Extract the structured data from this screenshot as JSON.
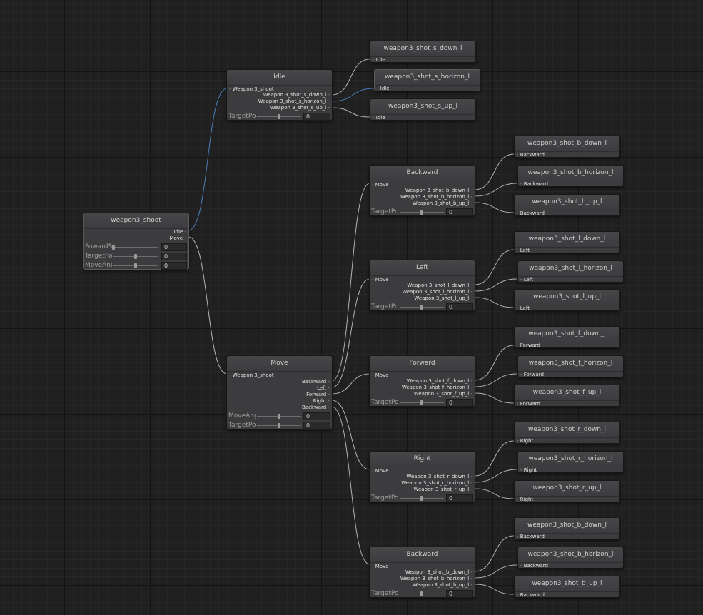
{
  "nodes": {
    "weapon3_shoot": {
      "title": "weapon3_shoot",
      "outputs": [
        "Idle",
        "Move"
      ],
      "params": [
        {
          "label": "FowardS",
          "value": "0",
          "level": 0.0
        },
        {
          "label": "TargetPo",
          "value": "0",
          "level": 0.5
        },
        {
          "label": "MoveAng",
          "value": "0",
          "level": 0.5
        }
      ]
    },
    "idle": {
      "title": "Idle",
      "input": "Weapon 3_shoot",
      "outputs": [
        "Weapon 3_shot_s_down_l",
        "Weapon 3_shot_s_horizon_l",
        "Weapon 3_shot_s_up_l"
      ],
      "params": [
        {
          "label": "TargetPo",
          "value": "0",
          "level": 0.5
        }
      ]
    },
    "move": {
      "title": "Move",
      "input": "Weapon 3_shoot",
      "outputs": [
        "Backward",
        "Left",
        "Forward",
        "Right",
        "Backward"
      ],
      "params": [
        {
          "label": "MoveAng",
          "value": "0",
          "level": 0.5
        },
        {
          "label": "TargetPo",
          "value": "0",
          "level": 0.5
        }
      ]
    },
    "backward_top": {
      "title": "Backward",
      "input": "Move",
      "outputs": [
        "Weapon 3_shot_b_down_l",
        "Weapon 3_shot_b_horizon_l",
        "Weapon 3_shot_b_up_l"
      ],
      "params": [
        {
          "label": "TargetPo",
          "value": "0",
          "level": 0.5
        }
      ]
    },
    "left": {
      "title": "Left",
      "input": "Move",
      "outputs": [
        "Weapon 3_shot_l_down_l",
        "Weapon 3_shot_l_horizon_l",
        "Weapon 3_shot_l_up_l"
      ],
      "params": [
        {
          "label": "TargetPo",
          "value": "0",
          "level": 0.5
        }
      ]
    },
    "forward": {
      "title": "Forward",
      "input": "Move",
      "outputs": [
        "Weapon 3_shot_f_down_l",
        "Weapon 3_shot_f_horizon_l",
        "Weapon 3_shot_f_up_l"
      ],
      "params": [
        {
          "label": "TargetPo",
          "value": "0",
          "level": 0.5
        }
      ]
    },
    "right": {
      "title": "Right",
      "input": "Move",
      "outputs": [
        "Weapon 3_shot_r_down_l",
        "Weapon 3_shot_r_horizon_l",
        "Weapon 3_shot_r_up_l"
      ],
      "params": [
        {
          "label": "TargetPo",
          "value": "0",
          "level": 0.5
        }
      ]
    },
    "backward_bottom": {
      "title": "Backward",
      "input": "Move",
      "outputs": [
        "Weapon 3_shot_b_down_l",
        "Weapon 3_shot_b_horizon_l",
        "Weapon 3_shot_b_up_l"
      ],
      "params": [
        {
          "label": "TargetPo",
          "value": "0",
          "level": 0.5
        }
      ]
    },
    "s_down": {
      "title": "weapon3_shot_s_down_l",
      "input": "Idle"
    },
    "s_horizon": {
      "title": "weapon3_shot_s_horizon_l",
      "input": "Idle"
    },
    "s_up": {
      "title": "weapon3_shot_s_up_l",
      "input": "Idle"
    },
    "b_down": {
      "title": "weapon3_shot_b_down_l",
      "input": "Backward"
    },
    "b_horizon": {
      "title": "weapon3_shot_b_horizon_l",
      "input": "Backward"
    },
    "b_up": {
      "title": "weapon3_shot_b_up_l",
      "input": "Backward"
    },
    "l_down": {
      "title": "weapon3_shot_l_down_l",
      "input": "Left"
    },
    "l_horizon": {
      "title": "weapon3_shot_l_horizon_l",
      "input": "Left"
    },
    "l_up": {
      "title": "weapon3_shot_l_up_l",
      "input": "Left"
    },
    "f_down": {
      "title": "weapon3_shot_f_down_l",
      "input": "Forward"
    },
    "f_horizon": {
      "title": "weapon3_shot_f_horizon_l",
      "input": "Forward"
    },
    "f_up": {
      "title": "weapon3_shot_f_up_l",
      "input": "Forward"
    },
    "r_down": {
      "title": "weapon3_shot_r_down_l",
      "input": "Right"
    },
    "r_horizon": {
      "title": "weapon3_shot_r_horizon_l",
      "input": "Right"
    },
    "r_up": {
      "title": "weapon3_shot_r_up_l",
      "input": "Right"
    },
    "b2_down": {
      "title": "weapon3_shot_b_down_l",
      "input": "Backward"
    },
    "b2_horizon": {
      "title": "weapon3_shot_b_horizon_l",
      "input": "Backward"
    },
    "b2_up": {
      "title": "weapon3_shot_b_up_l",
      "input": "Backward"
    }
  },
  "wire_colors": {
    "default": "#c4c4c4",
    "highlight": "#4f88c6"
  }
}
